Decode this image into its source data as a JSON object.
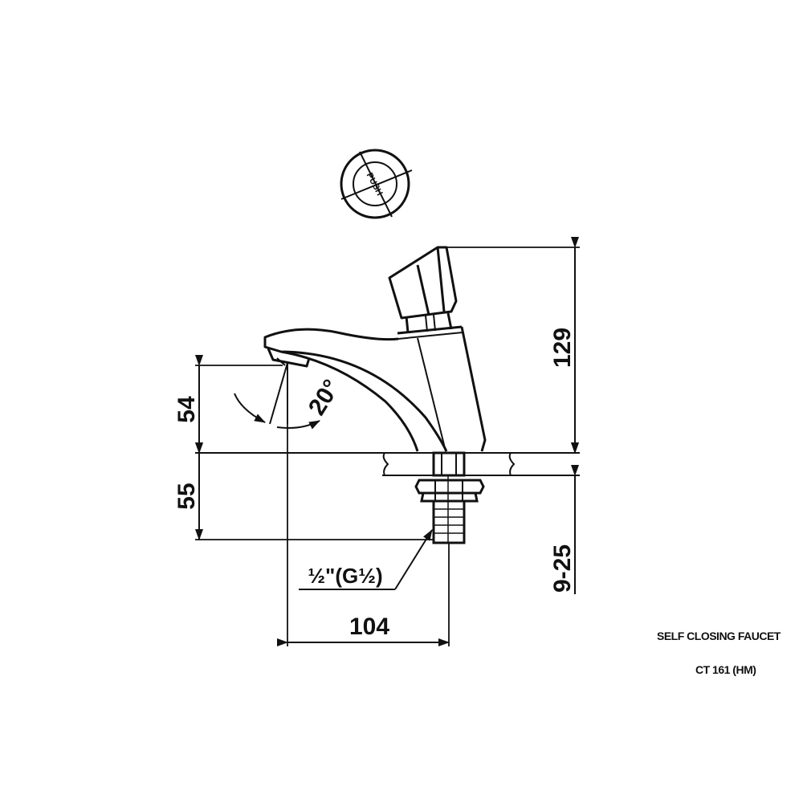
{
  "drawing": {
    "title": "SELF CLOSING FAUCET",
    "model": "CT 161 (HM)",
    "button_label": "PUSH",
    "thread_label": "½\"(G½)",
    "angle": "20°",
    "dimensions": {
      "total_height": "129",
      "spout_height": "54",
      "below_deck": "55",
      "deck_thickness": "9-25",
      "spout_reach": "104"
    }
  }
}
